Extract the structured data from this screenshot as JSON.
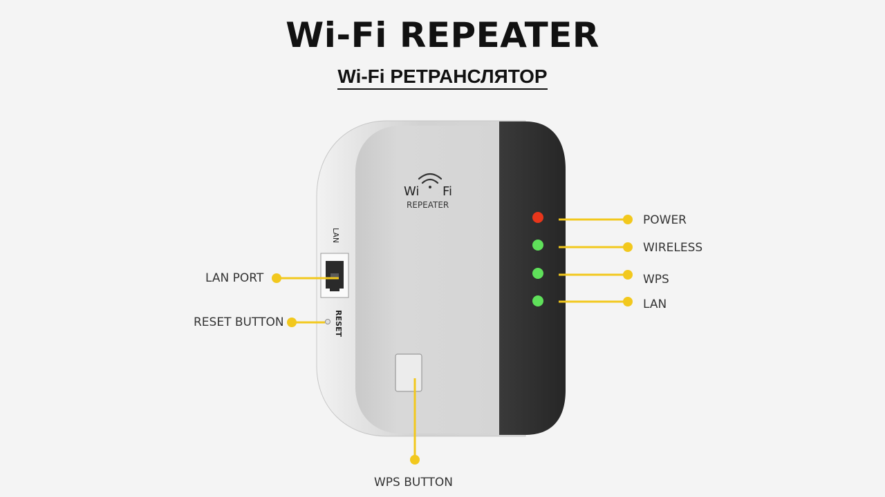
{
  "title": "Wi-Fi REPEATER",
  "subtitle": "Wi-Fi РЕТРАНСЛЯТОР",
  "device": {
    "logo_wi": "Wi",
    "logo_fi": "Fi",
    "logo_sub": "REPEATER",
    "lan_label": "LAN",
    "reset_label": "RESET"
  },
  "callouts": {
    "lan_port": "LAN PORT",
    "reset_button": "RESET BUTTON",
    "wps_button": "WPS BUTTON",
    "power": "POWER",
    "wireless": "WIRELESS",
    "wps": "WPS",
    "lan": "LAN"
  },
  "colors": {
    "accent_line": "#f2c81d",
    "led_power": "#e8361b",
    "led_green": "#5fe05a",
    "device_body": "#d9d9d9",
    "device_panel": "#2d2d2d"
  }
}
